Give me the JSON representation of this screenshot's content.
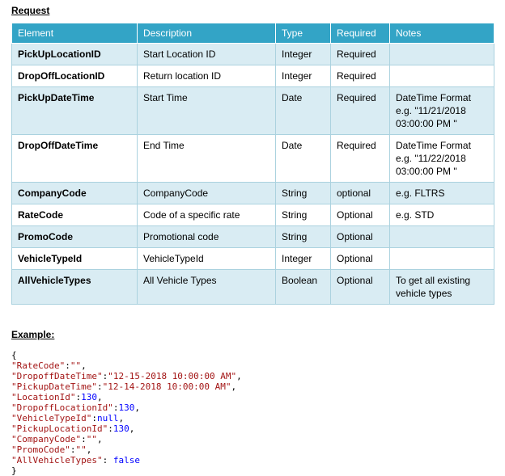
{
  "headings": {
    "request": "Request",
    "example": "Example:"
  },
  "colors": {
    "table_header_bg": "#33A4C6",
    "table_header_text": "#ffffff",
    "table_alt_row_bg": "#D9ECF3",
    "table_border": "#ABD2DF",
    "code_key_and_string": "#A31515",
    "code_literal": "#0000FF"
  },
  "table": {
    "headers": [
      "Element",
      "Description",
      "Type",
      "Required",
      "Notes"
    ],
    "fields": [
      "element",
      "description",
      "type",
      "required",
      "notes"
    ],
    "rows": [
      {
        "element": "PickUpLocationID",
        "description": "Start Location ID",
        "type": "Integer",
        "required": "Required",
        "notes": ""
      },
      {
        "element": "DropOffLocationID",
        "description": "Return location ID",
        "type": "Integer",
        "required": "Required",
        "notes": ""
      },
      {
        "element": "PickUpDateTime",
        "description": "Start Time",
        "type": "Date",
        "required": "Required",
        "notes": "DateTime Format e.g. \"11/21/2018 03:00:00 PM \""
      },
      {
        "element": "DropOffDateTime",
        "description": "End  Time",
        "type": "Date",
        "required": "Required",
        "notes": "DateTime Format e.g. \"11/22/2018 03:00:00 PM \""
      },
      {
        "element": "CompanyCode",
        "description": "CompanyCode",
        "type": "String",
        "required": "optional",
        "notes": "e.g. FLTRS"
      },
      {
        "element": "RateCode",
        "description": "Code of a specific rate",
        "type": "String",
        "required": "Optional",
        "notes": "e.g. STD"
      },
      {
        "element": "PromoCode",
        "description": "Promotional code",
        "type": "String",
        "required": "Optional",
        "notes": ""
      },
      {
        "element": "VehicleTypeId",
        "description": "VehicleTypeId",
        "type": "Integer",
        "required": "Optional",
        "notes": ""
      },
      {
        "element": "AllVehicleTypes",
        "description": "All Vehicle Types",
        "type": "Boolean",
        "required": "Optional",
        "notes": "To get all existing vehicle types"
      }
    ]
  },
  "code": {
    "lines": [
      [
        {
          "t": "{",
          "c": "plain"
        }
      ],
      [
        {
          "t": "\"RateCode\"",
          "c": "key"
        },
        {
          "t": ":",
          "c": "plain"
        },
        {
          "t": "\"\"",
          "c": "str"
        },
        {
          "t": ",",
          "c": "plain"
        }
      ],
      [
        {
          "t": "\"DropoffDateTime\"",
          "c": "key"
        },
        {
          "t": ":",
          "c": "plain"
        },
        {
          "t": "\"12-15-2018 10:00:00 AM\"",
          "c": "str"
        },
        {
          "t": ",",
          "c": "plain"
        }
      ],
      [
        {
          "t": "\"PickupDateTime\"",
          "c": "key"
        },
        {
          "t": ":",
          "c": "plain"
        },
        {
          "t": "\"12-14-2018 10:00:00 AM\"",
          "c": "str"
        },
        {
          "t": ",",
          "c": "plain"
        }
      ],
      [
        {
          "t": "\"LocationId\"",
          "c": "key"
        },
        {
          "t": ":",
          "c": "plain"
        },
        {
          "t": "130",
          "c": "lit"
        },
        {
          "t": ",",
          "c": "plain"
        }
      ],
      [
        {
          "t": "\"DropoffLocationId\"",
          "c": "key"
        },
        {
          "t": ":",
          "c": "plain"
        },
        {
          "t": "130",
          "c": "lit"
        },
        {
          "t": ",",
          "c": "plain"
        }
      ],
      [
        {
          "t": "\"VehicleTypeId\"",
          "c": "key"
        },
        {
          "t": ":",
          "c": "plain"
        },
        {
          "t": "null",
          "c": "lit"
        },
        {
          "t": ",",
          "c": "plain"
        }
      ],
      [
        {
          "t": "\"PickupLocationId\"",
          "c": "key"
        },
        {
          "t": ":",
          "c": "plain"
        },
        {
          "t": "130",
          "c": "lit"
        },
        {
          "t": ",",
          "c": "plain"
        }
      ],
      [
        {
          "t": "\"CompanyCode\"",
          "c": "key"
        },
        {
          "t": ":",
          "c": "plain"
        },
        {
          "t": "\"\"",
          "c": "str"
        },
        {
          "t": ",",
          "c": "plain"
        }
      ],
      [
        {
          "t": "\"PromoCode\"",
          "c": "key"
        },
        {
          "t": ":",
          "c": "plain"
        },
        {
          "t": "\"\"",
          "c": "str"
        },
        {
          "t": ",",
          "c": "plain"
        }
      ],
      [
        {
          "t": "\"AllVehicleTypes\"",
          "c": "key"
        },
        {
          "t": ": ",
          "c": "plain"
        },
        {
          "t": "false",
          "c": "lit"
        }
      ],
      [
        {
          "t": "}",
          "c": "plain"
        }
      ]
    ]
  }
}
